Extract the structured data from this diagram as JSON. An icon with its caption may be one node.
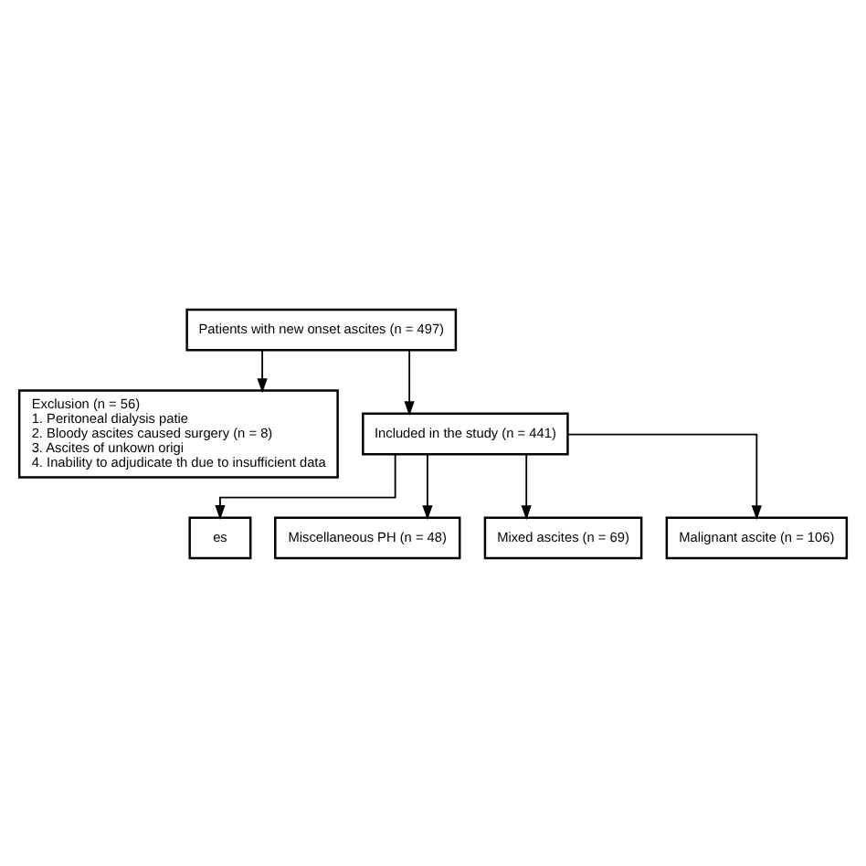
{
  "diagram": {
    "nodes": [
      {
        "text": [
          "Patients with new onset ascites (n = 497)"
        ]
      },
      {
        "text": [
          "Exclusion (n = 56)",
          "1. Peritoneal dialysis patie",
          "2. Bloody ascites caused surgery (n = 8)",
          "3. Ascites of unkown origi",
          "4. Inability to adjudicate th due to insufficient data"
        ]
      },
      {
        "text": [
          "Included in the study (n = 441)"
        ]
      },
      {
        "text": [
          "es"
        ]
      },
      {
        "text": [
          "Miscellaneous PH (n = 48)"
        ]
      },
      {
        "text": [
          "Mixed ascites (n = 69)"
        ]
      },
      {
        "text": [
          "Malignant ascite (n = 106)"
        ]
      }
    ],
    "edges": [
      {
        "from": 0,
        "to": 2,
        "arrow": "to"
      },
      {
        "from": 0,
        "to": 1,
        "arrow": "to"
      },
      {
        "from": 2,
        "to": 3,
        "arrow": "to"
      },
      {
        "from": 2,
        "to": 4,
        "arrow": "to"
      },
      {
        "from": 2,
        "to": 5,
        "arrow": "to"
      },
      {
        "from": 2,
        "to": 6,
        "arrow": "to"
      }
    ]
  }
}
